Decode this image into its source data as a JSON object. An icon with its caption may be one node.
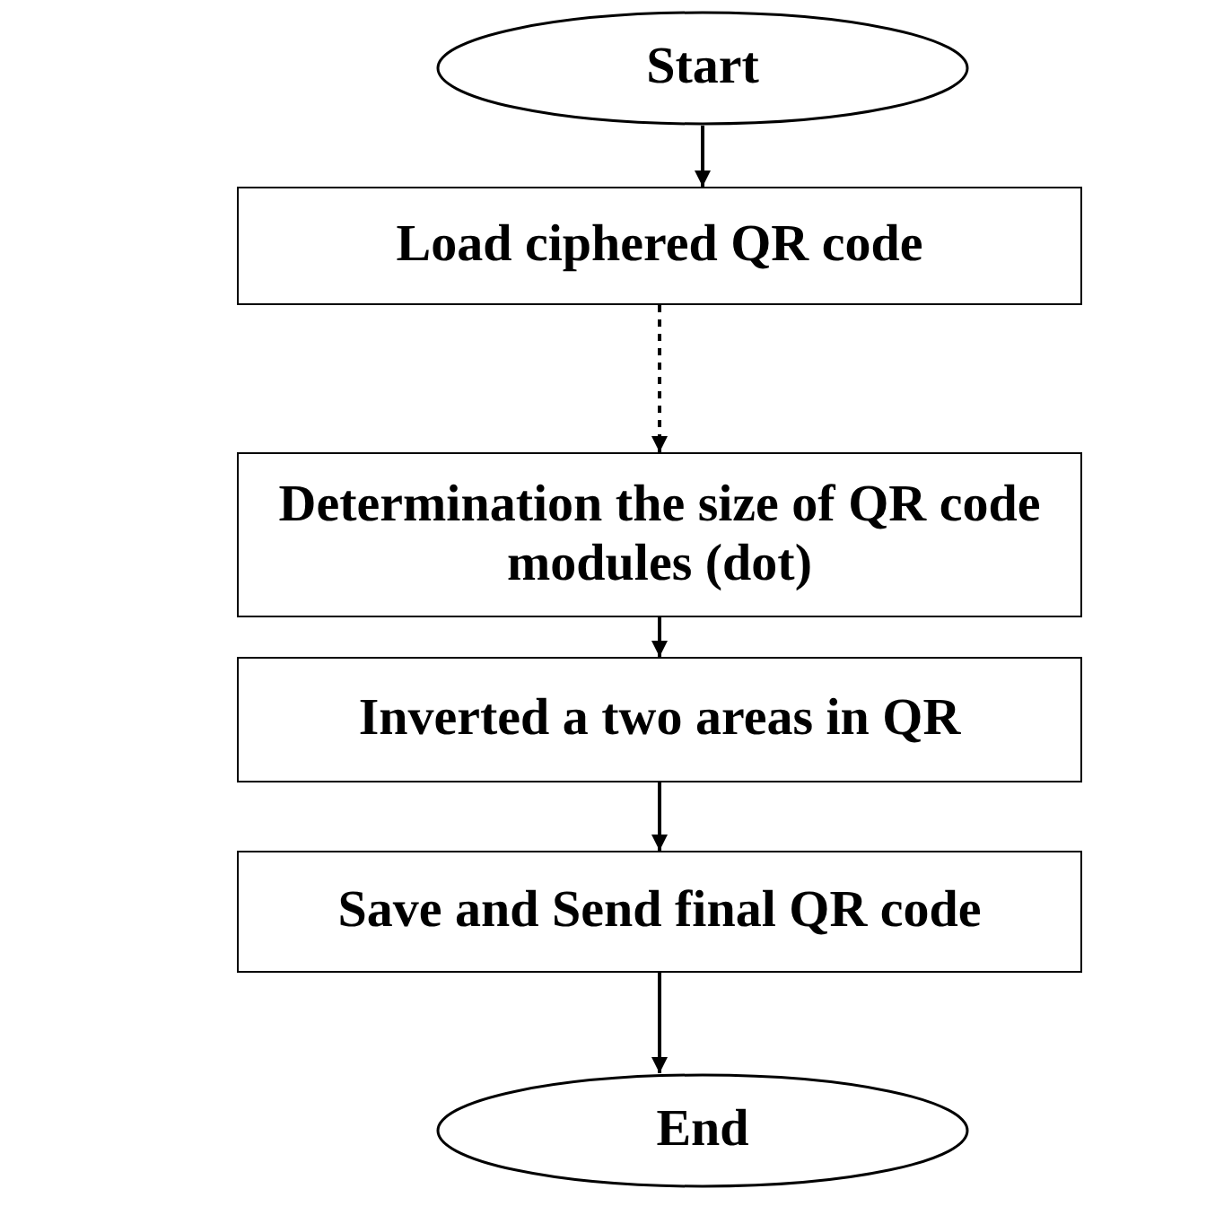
{
  "diagram": {
    "nodes": [
      {
        "text": [
          "Start"
        ]
      },
      {
        "text": [
          "Load ciphered QR code"
        ]
      },
      {
        "text": [
          "Determination the size of QR code modules (dot)"
        ]
      },
      {
        "text": [
          "Inverted a two areas in QR"
        ]
      },
      {
        "text": [
          "Save and Send final QR code"
        ]
      },
      {
        "text": [
          "End"
        ]
      }
    ],
    "edges": [
      {
        "from": 0,
        "to": 1,
        "arrow": "to"
      },
      {
        "from": 1,
        "to": 2,
        "arrow": "to",
        "style": "dashed"
      },
      {
        "from": 2,
        "to": 3,
        "arrow": "to"
      },
      {
        "from": 3,
        "to": 4,
        "arrow": "to"
      },
      {
        "from": 4,
        "to": 5,
        "arrow": "to"
      }
    ]
  }
}
